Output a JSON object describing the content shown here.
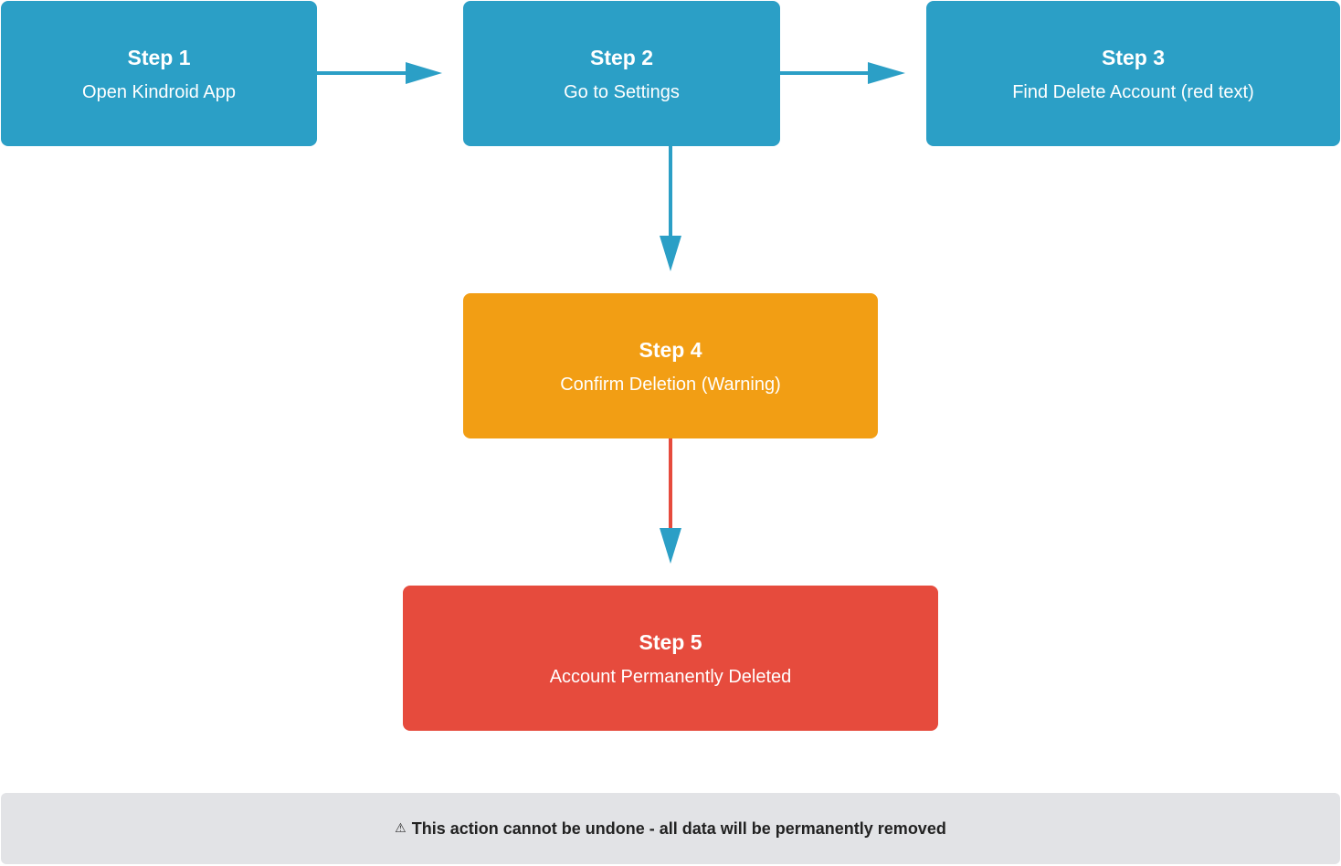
{
  "steps": [
    {
      "title": "Step 1",
      "description": "Open Kindroid App",
      "color": "#2b9fc6"
    },
    {
      "title": "Step 2",
      "description": "Go to Settings",
      "color": "#2b9fc6"
    },
    {
      "title": "Step 3",
      "description": "Find Delete Account (red text)",
      "color": "#2b9fc6"
    },
    {
      "title": "Step 4",
      "description": "Confirm Deletion (Warning)",
      "color": "#f29e14"
    },
    {
      "title": "Step 5",
      "description": "Account Permanently Deleted",
      "color": "#e64b3d"
    }
  ],
  "connectors": [
    {
      "from": "Step 1",
      "to": "Step 2",
      "line_color": "#2b9fc6"
    },
    {
      "from": "Step 2",
      "to": "Step 3",
      "line_color": "#2b9fc6"
    },
    {
      "from": "Step 2",
      "to": "Step 4",
      "line_color": "#2b9fc6"
    },
    {
      "from": "Step 4",
      "to": "Step 5",
      "line_color": "#e64b3d"
    }
  ],
  "arrowhead_color": "#2b9fc6",
  "warning": {
    "icon": "warning-icon",
    "text": "This action cannot be undone - all data will be permanently removed"
  }
}
